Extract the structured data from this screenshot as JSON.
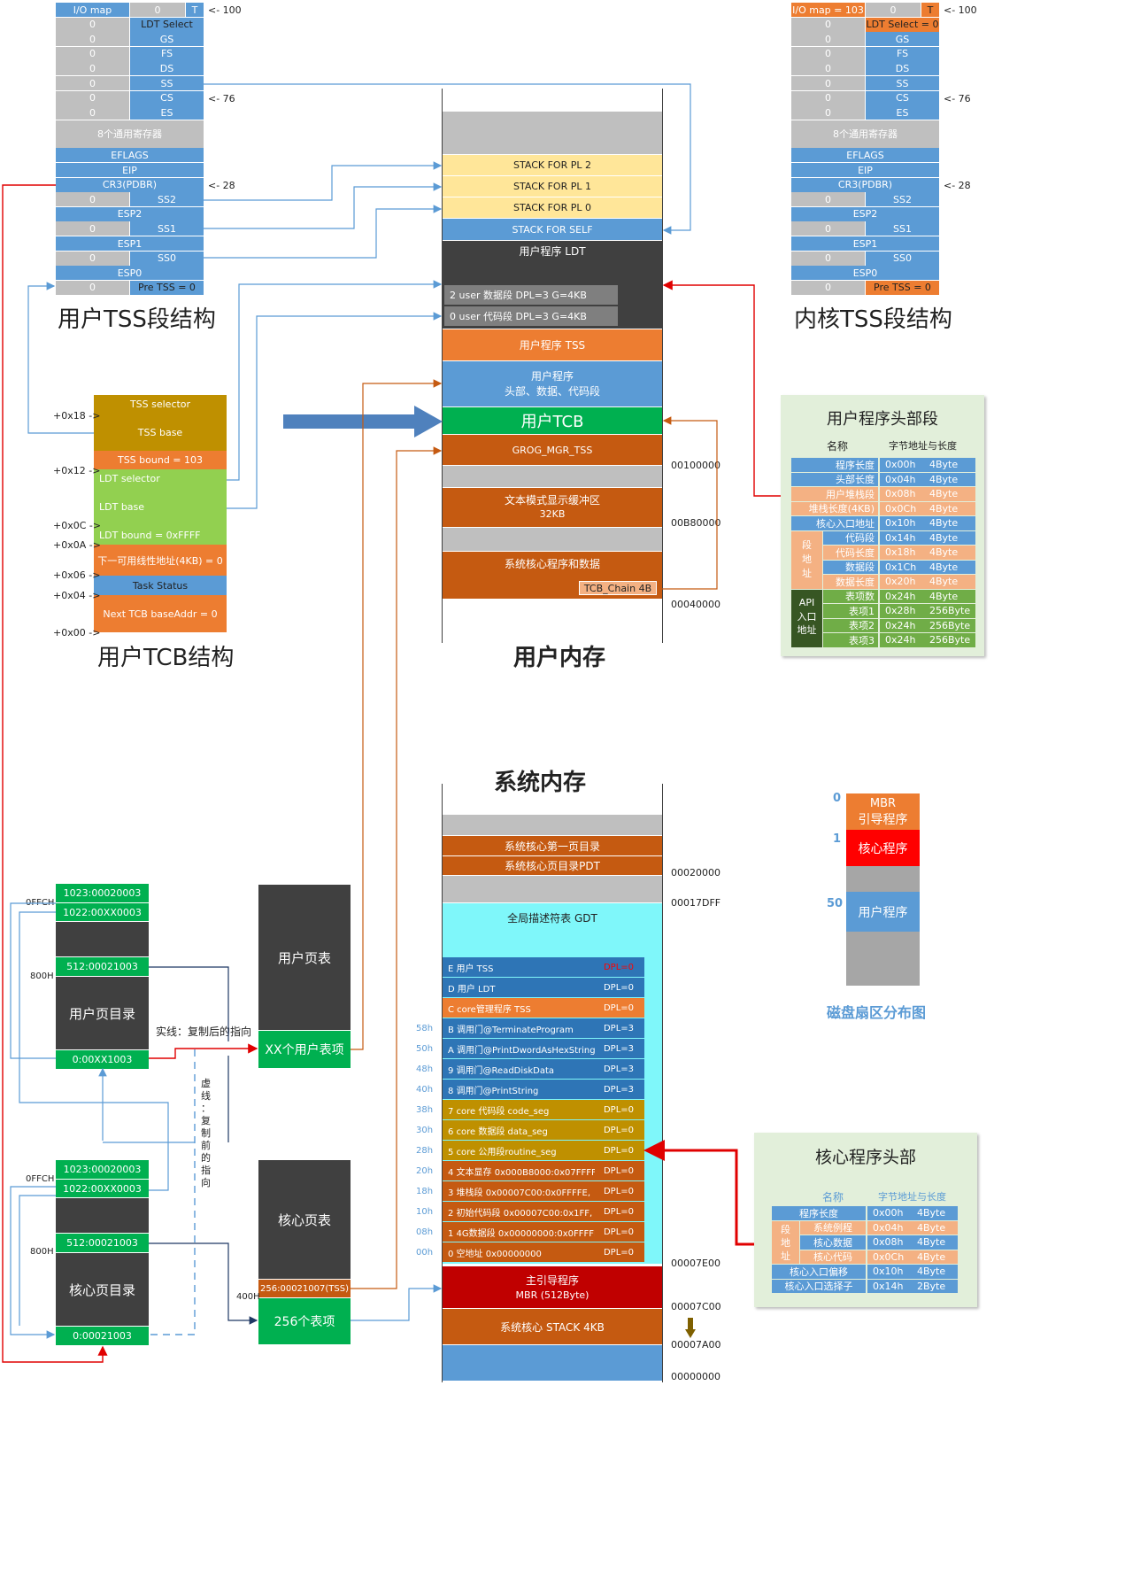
{
  "user_tss": {
    "rows": [
      {
        "l": "I/O map",
        "m": "0",
        "r": "T",
        "side": "<- 100"
      },
      {
        "l": "0",
        "r": "LDT Select"
      },
      {
        "l": "0",
        "r": "GS"
      },
      {
        "l": "0",
        "r": "FS"
      },
      {
        "l": "0",
        "r": "DS"
      },
      {
        "l": "0",
        "r": "SS"
      },
      {
        "l": "0",
        "r": "CS",
        "side": "<- 76"
      },
      {
        "l": "0",
        "r": "ES"
      },
      {
        "full": "8个通用寄存器"
      },
      {
        "full": "EFLAGS"
      },
      {
        "full": "EIP"
      },
      {
        "full": "CR3(PDBR)",
        "side": "<- 28"
      },
      {
        "l": "0",
        "r": "SS2"
      },
      {
        "full": "ESP2"
      },
      {
        "l": "0",
        "r": "SS1"
      },
      {
        "full": "ESP1"
      },
      {
        "l": "0",
        "r": "SS0"
      },
      {
        "full": "ESP0"
      },
      {
        "l": "0",
        "r": "Pre TSS = 0"
      }
    ],
    "caption": "用户TSS段结构"
  },
  "kernel_tss": {
    "rows": [
      {
        "l": "I/O map = 103",
        "m": "0",
        "r": "T",
        "side": "<- 100"
      },
      {
        "l": "0",
        "r": "LDT Select = 0"
      },
      {
        "l": "0",
        "r": "GS"
      },
      {
        "l": "0",
        "r": "FS"
      },
      {
        "l": "0",
        "r": "DS"
      },
      {
        "l": "0",
        "r": "SS"
      },
      {
        "l": "0",
        "r": "CS",
        "side": "<- 76"
      },
      {
        "l": "0",
        "r": "ES"
      },
      {
        "full": "8个通用寄存器"
      },
      {
        "full": "EFLAGS"
      },
      {
        "full": "EIP"
      },
      {
        "full": "CR3(PDBR)",
        "side": "<- 28"
      },
      {
        "l": "0",
        "r": "SS2"
      },
      {
        "full": "ESP2"
      },
      {
        "l": "0",
        "r": "SS1"
      },
      {
        "full": "ESP1"
      },
      {
        "l": "0",
        "r": "SS0"
      },
      {
        "full": "ESP0"
      },
      {
        "l": "0",
        "r": "Pre TSS = 0"
      }
    ],
    "caption": "内核TSS段结构"
  },
  "tcb": {
    "caption": "用户TCB结构",
    "rows": [
      {
        "text": "TSS selector",
        "offset": "+0x18 ->"
      },
      {
        "text": "TSS   base",
        "offset": ""
      },
      {
        "text": "TSS    bound = 103",
        "offset": "+0x12 ->"
      },
      {
        "text": "LDT selector",
        "offset": ""
      },
      {
        "text": "LDT base",
        "offset": "+0x0C ->"
      },
      {
        "text": "LDT bound = 0xFFFF",
        "offset": "+0x0A ->"
      },
      {
        "text": "下一可用线性地址(4KB) = 0",
        "offset": "+0x06 ->"
      },
      {
        "text": "Task Status",
        "offset": "+0x04 ->"
      },
      {
        "text": "Next TCB baseAddr = 0",
        "offset": "+0x00 ->"
      }
    ]
  },
  "user_memory": {
    "caption": "用户内存",
    "stack2": "STACK FOR PL 2",
    "stack1": "STACK FOR PL 1",
    "stack0": "STACK FOR PL 0",
    "stack_self": "STACK FOR SELF",
    "ldt_title": "用户程序 LDT",
    "ldt_data": "2 user 数据段    DPL=3  G=4KB",
    "ldt_code": "0 user 代码段    DPL=3  G=4KB",
    "tss": "用户程序 TSS",
    "prog_line1": "用户程序",
    "prog_line2": "头部、数据、代码段",
    "tcb": "用户TCB",
    "grog": "GROG_MGR_TSS",
    "text_line1": "文本模式显示缓冲区",
    "text_line2": "32KB",
    "core_data": "系统核心程序和数据",
    "tcb_chain": "TCB_Chain 4B",
    "addr_100000": "00100000",
    "addr_b8000": "00B80000",
    "addr_40000": "00040000"
  },
  "user_header": {
    "title": "用户程序头部段",
    "col_name": "名称",
    "col_addr": "字节地址与长度",
    "rows": [
      {
        "name": "程序长度",
        "addr": "0x00h",
        "len": "4Byte"
      },
      {
        "name": "头部长度",
        "addr": "0x04h",
        "len": "4Byte"
      },
      {
        "name": "用户堆栈段",
        "addr": "0x08h",
        "len": "4Byte"
      },
      {
        "name": "堆栈长度(4KB)",
        "addr": "0x0Ch",
        "len": "4Byte"
      },
      {
        "name": "核心入口地址",
        "addr": "0x10h",
        "len": "4Byte"
      },
      {
        "name": "代码段",
        "addr": "0x14h",
        "len": "4Byte"
      },
      {
        "name": "代码长度",
        "addr": "0x18h",
        "len": "4Byte"
      },
      {
        "name": "数据段",
        "addr": "0x1Ch",
        "len": "4Byte"
      },
      {
        "name": "数据长度",
        "addr": "0x20h",
        "len": "4Byte"
      },
      {
        "name": "表项数",
        "addr": "0x24h",
        "len": "4Byte"
      },
      {
        "name": "表项1",
        "addr": "0x28h",
        "len": "256Byte"
      },
      {
        "name": "表项2",
        "addr": "0x24h",
        "len": "256Byte"
      },
      {
        "name": "表项3",
        "addr": "0x24h",
        "len": "256Byte"
      }
    ],
    "seg_label": [
      "段",
      "地",
      "址"
    ],
    "api_label": [
      "API",
      "入口",
      "地址"
    ]
  },
  "system_memory": {
    "caption": "系统内存",
    "pdt_first": "系统核心第一页目录",
    "pdt": "系统核心页目录PDT",
    "addr_20000": "00020000",
    "addr_17dff": "00017DFF",
    "gdt_title": "全局描述符表 GDT",
    "gdt": [
      {
        "off": "",
        "text": "E 用户 TSS",
        "dpl": "DPL=0",
        "color": "blue",
        "dplred": true
      },
      {
        "off": "",
        "text": "D 用户 LDT",
        "dpl": "DPL=0",
        "color": "blue"
      },
      {
        "off": "",
        "text": "C core管理程序 TSS",
        "dpl": "DPL=0",
        "color": "orange"
      },
      {
        "off": "58h",
        "text": "B 调用门@TerminateProgram",
        "dpl": "DPL=3",
        "color": "blue"
      },
      {
        "off": "50h",
        "text": "A 调用门@PrintDwordAsHexString",
        "dpl": "DPL=3",
        "color": "blue"
      },
      {
        "off": "48h",
        "text": "9 调用门@ReadDiskData",
        "dpl": "DPL=3",
        "color": "blue"
      },
      {
        "off": "40h",
        "text": "8 调用门@PrintString",
        "dpl": "DPL=3",
        "color": "blue"
      },
      {
        "off": "38h",
        "text": "7 core 代码段 code_seg",
        "dpl": "DPL=0",
        "color": "gold"
      },
      {
        "off": "30h",
        "text": "6 core 数据段 data_seg",
        "dpl": "DPL=0",
        "color": "gold"
      },
      {
        "off": "28h",
        "text": "5 core 公用段routine_seg",
        "dpl": "DPL=0",
        "color": "gold"
      },
      {
        "off": "20h",
        "text": "4 文本显存 0x000B8000:0x07FFFF,",
        "dpl": "DPL=0",
        "color": "brown"
      },
      {
        "off": "18h",
        "text": "3       堆栈段 0x00007C00:0x0FFFFE,",
        "dpl": "DPL=0",
        "color": "brown"
      },
      {
        "off": "10h",
        "text": "2 初始代码段 0x00007C00:0x1FF,",
        "dpl": "DPL=0",
        "color": "brown"
      },
      {
        "off": "08h",
        "text": "1   4G数据段 0x00000000:0x0FFFFF,",
        "dpl": "DPL=0",
        "color": "brown"
      },
      {
        "off": "00h",
        "text": "0    空地址 0x00000000",
        "dpl": "DPL=0",
        "color": "brown"
      }
    ],
    "addr_7e00": "00007E00",
    "mbr_line1": "主引导程序",
    "mbr_line2": "MBR (512Byte)",
    "addr_7c00": "00007C00",
    "stack": "系统核心 STACK 4KB",
    "addr_7a00": "00007A00",
    "addr_0": "00000000"
  },
  "disk": {
    "caption": "磁盘扇区分布图",
    "mbr1": "MBR",
    "mbr2": "引导程序",
    "core": "核心程序",
    "user": "用户程序",
    "n0": "0",
    "n1": "1",
    "n50": "50"
  },
  "core_header": {
    "title": "核心程序头部",
    "col_name": "名称",
    "col_addr": "字节地址与长度",
    "rows": [
      {
        "name": "程序长度",
        "addr": "0x00h",
        "len": "4Byte"
      },
      {
        "name": "系统例程",
        "addr": "0x04h",
        "len": "4Byte"
      },
      {
        "name": "核心数据",
        "addr": "0x08h",
        "len": "4Byte"
      },
      {
        "name": "核心代码",
        "addr": "0x0Ch",
        "len": "4Byte"
      },
      {
        "name": "核心入口偏移",
        "addr": "0x10h",
        "len": "4Byte"
      },
      {
        "name": "核心入口选择子",
        "addr": "0x14h",
        "len": "2Byte"
      }
    ],
    "seg_label": [
      "段",
      "地",
      "址"
    ]
  },
  "user_pagedir": {
    "e1023": "1023:00020003",
    "e1022": "1022:00XX0003",
    "e512": "512:00021003",
    "label": "用户页目录",
    "e0": "0:00XX1003",
    "l0ffch": "0FFCH",
    "l800h": "800H"
  },
  "core_pagedir": {
    "e1023": "1023:00020003",
    "e1022": "1022:00XX0003",
    "e512": "512:00021003",
    "label": "核心页目录",
    "e0": "0:00021003",
    "l0ffch": "0FFCH",
    "l800h": "800H"
  },
  "user_pagetable": {
    "label": "用户页表",
    "entry": "XX个用户表项"
  },
  "core_pagetable": {
    "label": "核心页表",
    "e256": "256:00021007(TSS)",
    "entry": "256个表项",
    "l400h": "400H"
  },
  "notes": {
    "solid": "实线：复制后的指向",
    "dashed": [
      "虚",
      "线",
      "：",
      "复",
      "制",
      "前",
      "的",
      "指",
      "向"
    ]
  }
}
